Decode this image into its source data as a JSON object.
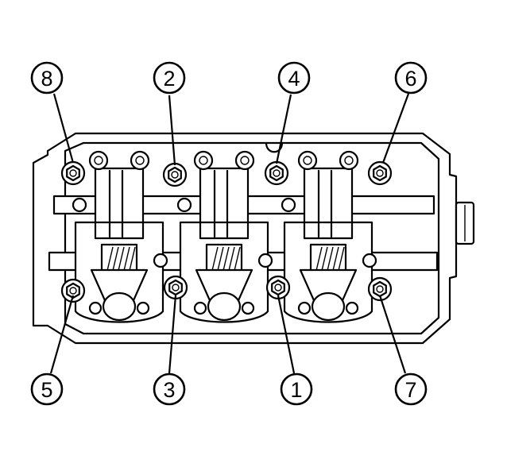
{
  "callouts": [
    {
      "id": "8",
      "label": "8"
    },
    {
      "id": "2",
      "label": "2"
    },
    {
      "id": "4",
      "label": "4"
    },
    {
      "id": "6",
      "label": "6"
    },
    {
      "id": "5",
      "label": "5"
    },
    {
      "id": "3",
      "label": "3"
    },
    {
      "id": "1",
      "label": "1"
    },
    {
      "id": "7",
      "label": "7"
    }
  ]
}
